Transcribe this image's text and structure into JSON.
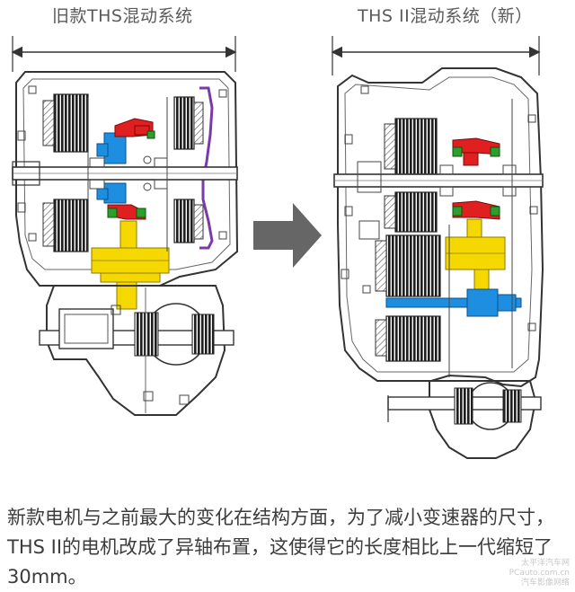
{
  "labels": {
    "old_title": "旧款THS混动系统",
    "new_title": "THS II混动系统（新）"
  },
  "caption": "新款电机与之前最大的变化在结构方面，为了减小变速器的尺寸，THS  II的电机改成了异轴布置，这使得它的长度相比上一代缩短了30mm。",
  "watermark": {
    "line1": "太平洋汽车网",
    "line2": "PCauto.com.cn",
    "line3": "汽车影像网络"
  },
  "colors": {
    "line": "#333333",
    "red": "#e02020",
    "blue": "#1e8fe0",
    "yellow": "#f5d800",
    "purple": "#7a3aa8",
    "green": "#2aa02a",
    "arrow": "#666666",
    "coil": "#222222"
  }
}
